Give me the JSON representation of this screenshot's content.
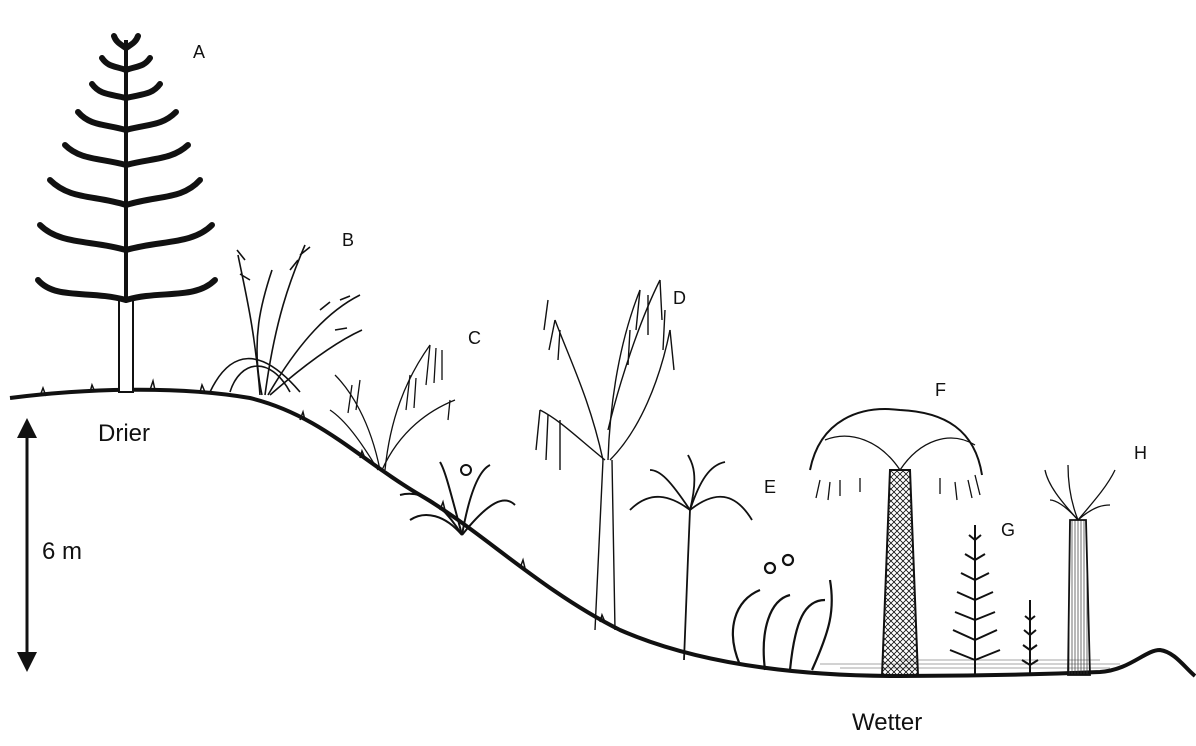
{
  "labels": {
    "a": "A",
    "b": "B",
    "c": "C",
    "d": "D",
    "e": "E",
    "f": "F",
    "g": "G",
    "h": "H"
  },
  "annotations": {
    "drier": "Drier",
    "wetter": "Wetter",
    "scale": "6 m"
  },
  "colors": {
    "ink": "#111111",
    "background": "#ffffff"
  }
}
